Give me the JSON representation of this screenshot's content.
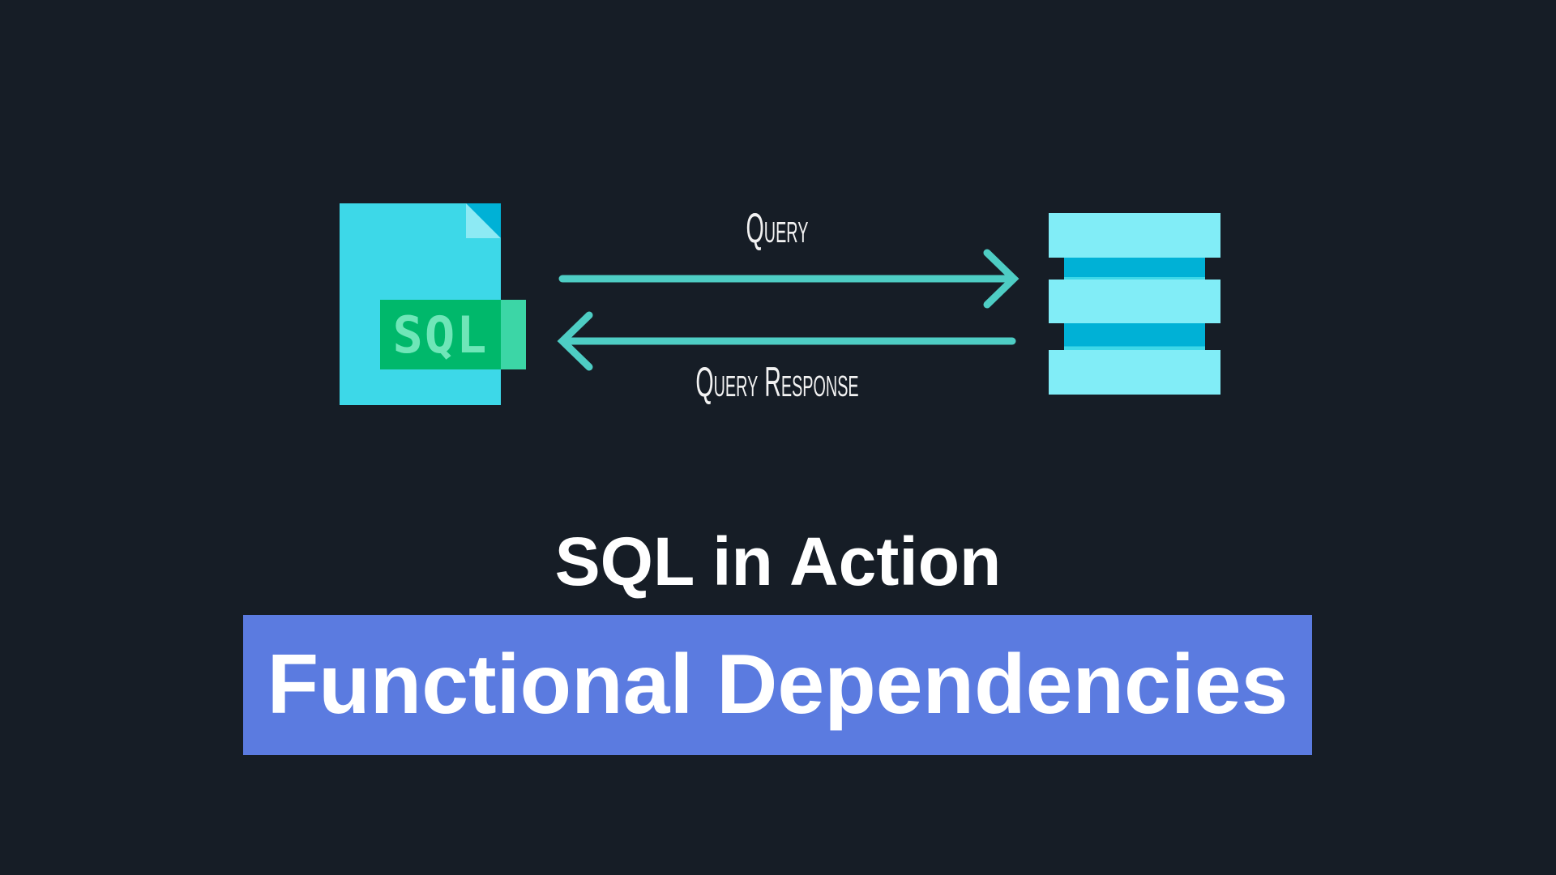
{
  "diagram": {
    "file_icon_label": "SQL",
    "arrow_top_label": "Query",
    "arrow_bottom_label": "Query Response"
  },
  "title": "SQL in Action",
  "banner": "Functional Dependencies",
  "colors": {
    "background": "#161d26",
    "arrow": "#4ecdc4",
    "banner": "#5b7be0",
    "file": "#3dd8e8",
    "sql_badge": "#00b86b",
    "database": "#81edf7"
  }
}
